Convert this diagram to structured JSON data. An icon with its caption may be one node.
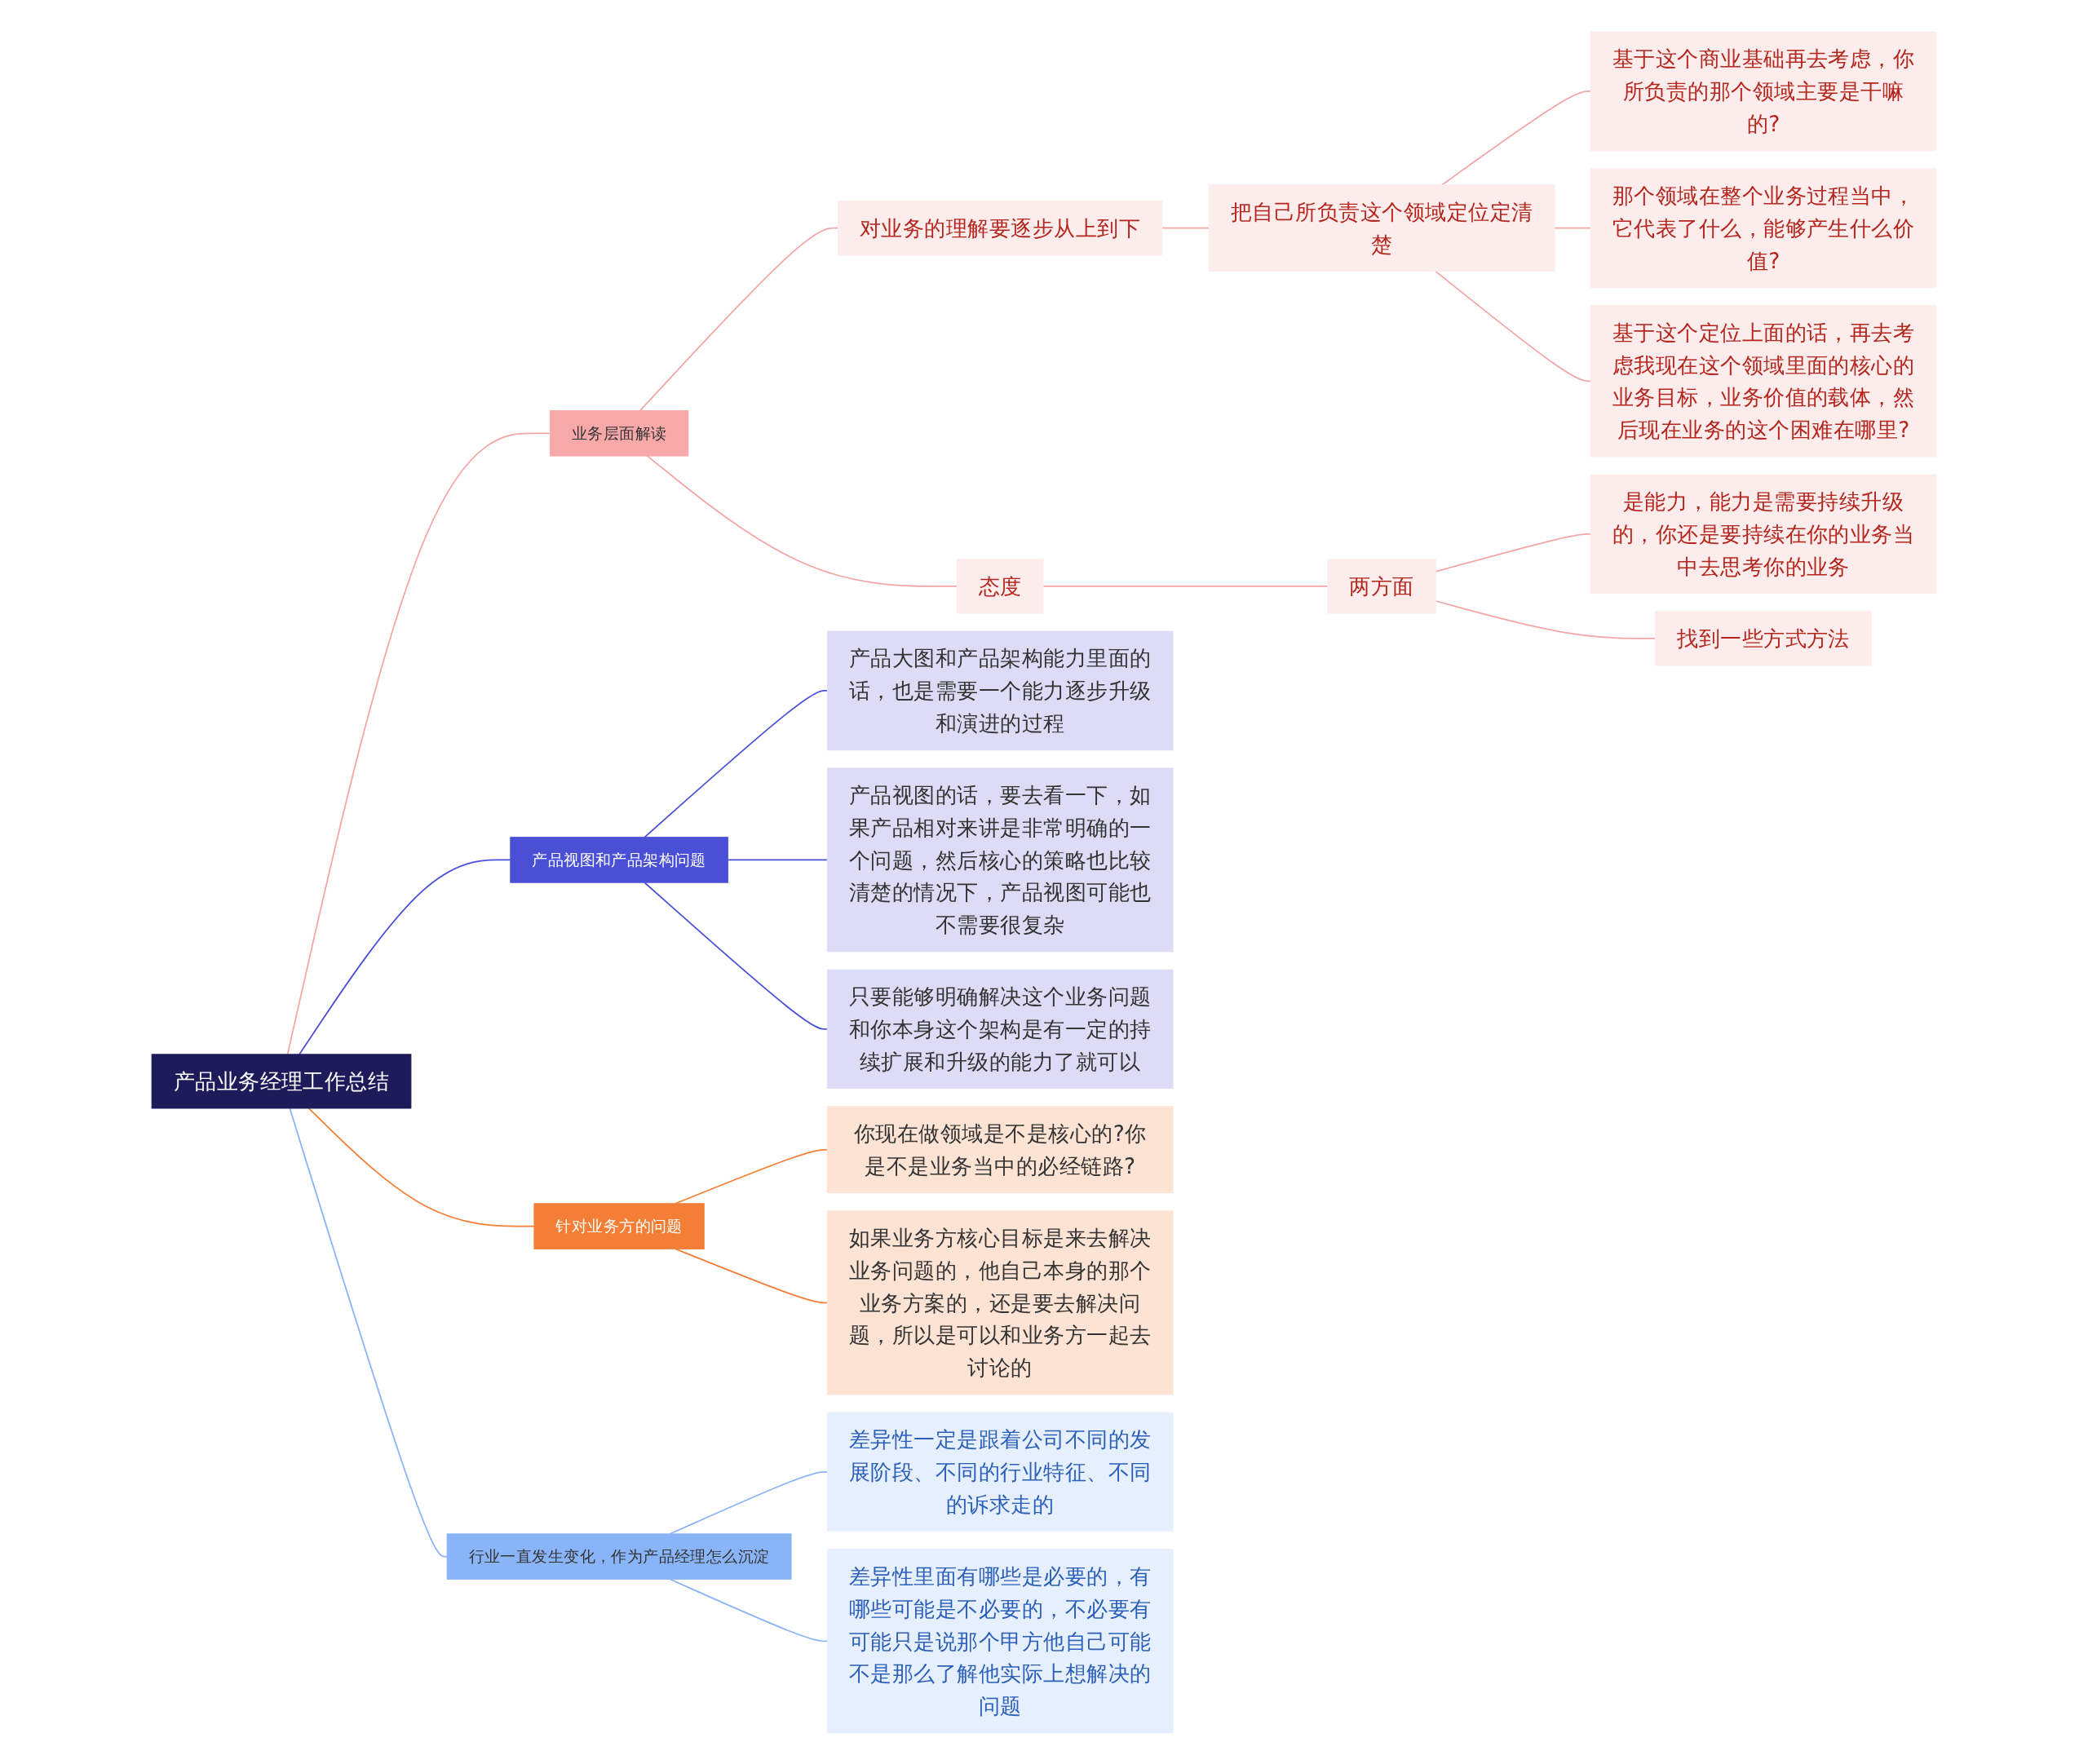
{
  "diagram": {
    "nodes": [
      {
        "text": [
          "产品业务经理工作总结"
        ]
      },
      {
        "text": [
          "业务层面解读"
        ]
      },
      {
        "text": [
          "对业务的理解要逐步从上到下"
        ]
      },
      {
        "text": [
          "把自己所负责这个领域定位定清楚"
        ]
      },
      {
        "text": [
          "基于这个商业基础再去考虑，你所负责的那个领域主要是干嘛的?"
        ]
      },
      {
        "text": [
          "那个领域在整个业务过程当中，它代表了什么，能够产生什么价值?"
        ]
      },
      {
        "text": [
          "基于这个定位上面的话，再去考虑我现在这个领域里面的核心的业务目标，业务价值的载体，然后现在业务的这个困难在哪里?"
        ]
      },
      {
        "text": [
          "态度"
        ]
      },
      {
        "text": [
          "两方面"
        ]
      },
      {
        "text": [
          "是能力，能力是需要持续升级的，你还是要持续在你的业务当中去思考你的业务"
        ]
      },
      {
        "text": [
          "找到一些方式方法"
        ]
      },
      {
        "text": [
          "产品视图和产品架构问题"
        ]
      },
      {
        "text": [
          "产品大图和产品架构能力里面的话，也是需要一个能力逐步升级和演进的过程"
        ]
      },
      {
        "text": [
          "产品视图的话，要去看一下，如果产品相对来讲是非常明确的一个问题，然后核心的策略也比较清楚的情况下，产品视图可能也不需要很复杂"
        ]
      },
      {
        "text": [
          "只要能够明确解决这个业务问题和你本身这个架构是有一定的持续扩展和升级的能力了就可以"
        ]
      },
      {
        "text": [
          "针对业务方的问题"
        ]
      },
      {
        "text": [
          "你现在做领域是不是核心的?你是不是业务当中的必经链路?"
        ]
      },
      {
        "text": [
          "如果业务方核心目标是来去解决业务问题的，他自己本身的那个业务方案的，还是要去解决问题，所以是可以和业务方一起去讨论的"
        ]
      },
      {
        "text": [
          "行业一直发生变化，作为产品经理怎么沉淀"
        ]
      },
      {
        "text": [
          "差异性一定是跟着公司不同的发展阶段、不同的行业特征、不同的诉求走的"
        ]
      },
      {
        "text": [
          "差异性里面有哪些是必要的，有哪些可能是不必要的，不必要有可能只是说那个甲方他自己可能不是那么了解他实际上想解决的问题"
        ]
      }
    ],
    "edges": [
      {
        "from": 0,
        "to": 1,
        "arrow": "none",
        "color": "#f4a6a6"
      },
      {
        "from": 1,
        "to": 2,
        "arrow": "none",
        "color": "#f4a6a6"
      },
      {
        "from": 2,
        "to": 3,
        "arrow": "none",
        "color": "#f4a6a6"
      },
      {
        "from": 3,
        "to": 4,
        "arrow": "none",
        "color": "#f4a6a6"
      },
      {
        "from": 3,
        "to": 5,
        "arrow": "none",
        "color": "#f4a6a6"
      },
      {
        "from": 3,
        "to": 6,
        "arrow": "none",
        "color": "#f4a6a6"
      },
      {
        "from": 1,
        "to": 7,
        "arrow": "none",
        "color": "#f4a6a6"
      },
      {
        "from": 7,
        "to": 8,
        "arrow": "none",
        "color": "#f4a6a6"
      },
      {
        "from": 8,
        "to": 9,
        "arrow": "none",
        "color": "#f4a6a6"
      },
      {
        "from": 8,
        "to": 10,
        "arrow": "none",
        "color": "#f4a6a6"
      },
      {
        "from": 0,
        "to": 11,
        "arrow": "none",
        "color": "#4a50d6"
      },
      {
        "from": 11,
        "to": 12,
        "arrow": "none",
        "color": "#4a50d6"
      },
      {
        "from": 11,
        "to": 13,
        "arrow": "none",
        "color": "#4a50d6"
      },
      {
        "from": 11,
        "to": 14,
        "arrow": "none",
        "color": "#4a50d6"
      },
      {
        "from": 0,
        "to": 15,
        "arrow": "none",
        "color": "#f47e35"
      },
      {
        "from": 15,
        "to": 16,
        "arrow": "none",
        "color": "#f47e35"
      },
      {
        "from": 15,
        "to": 17,
        "arrow": "none",
        "color": "#f47e35"
      },
      {
        "from": 0,
        "to": 18,
        "arrow": "none",
        "color": "#8ab4f8"
      },
      {
        "from": 18,
        "to": 19,
        "arrow": "none",
        "color": "#8ab4f8"
      },
      {
        "from": 18,
        "to": 20,
        "arrow": "none",
        "color": "#8ab4f8"
      }
    ]
  }
}
